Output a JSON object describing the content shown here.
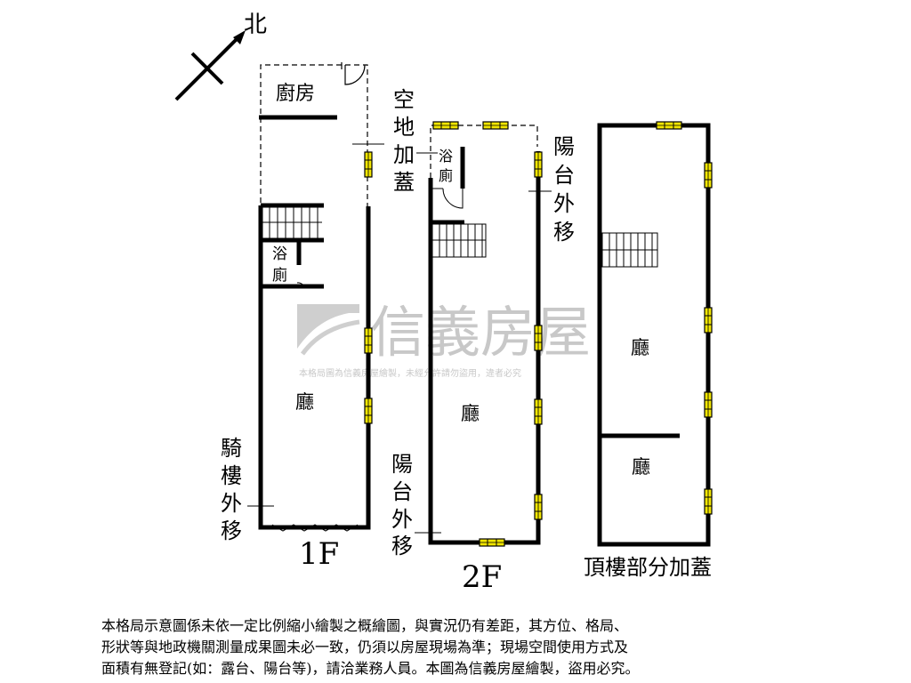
{
  "compass": {
    "north": "北"
  },
  "floors": [
    {
      "label": "1F"
    },
    {
      "label": "2F"
    },
    {
      "label": "頂樓部分加蓋"
    }
  ],
  "rooms": {
    "f1_kitchen": "廚房",
    "f1_bath": [
      "浴",
      "廁"
    ],
    "f1_hall": "廳",
    "f2_bath": [
      "浴",
      "廁"
    ],
    "f2_hall": "廳",
    "roof_hall_upper": "廳",
    "roof_hall_lower": "廳"
  },
  "annotations": {
    "vacant_land_addition": [
      "空",
      "地",
      "加",
      "蓋"
    ],
    "arcade_shift": [
      "騎",
      "樓",
      "外",
      "移"
    ],
    "balcony_shift_front": [
      "陽",
      "台",
      "外",
      "移"
    ],
    "balcony_shift_rear": [
      "陽",
      "台",
      "外",
      "移"
    ]
  },
  "watermark": {
    "brand": "信義房屋",
    "notice": "本格局圖為信義房屋繪製，未經允許請勿盜用，違者必究"
  },
  "disclaimer": [
    "本格局示意圖係未依一定比例縮小繪製之概繪圖，與實況仍有差距，其方位、格局、",
    "形狀等與地政機關測量成果圖未必一致，仍須以房屋現場為準；現場空間使用方式及",
    "面積有無登記(如：露台、陽台等)，請洽業務人員。本圖為信義房屋繪製，盜用必究。"
  ]
}
